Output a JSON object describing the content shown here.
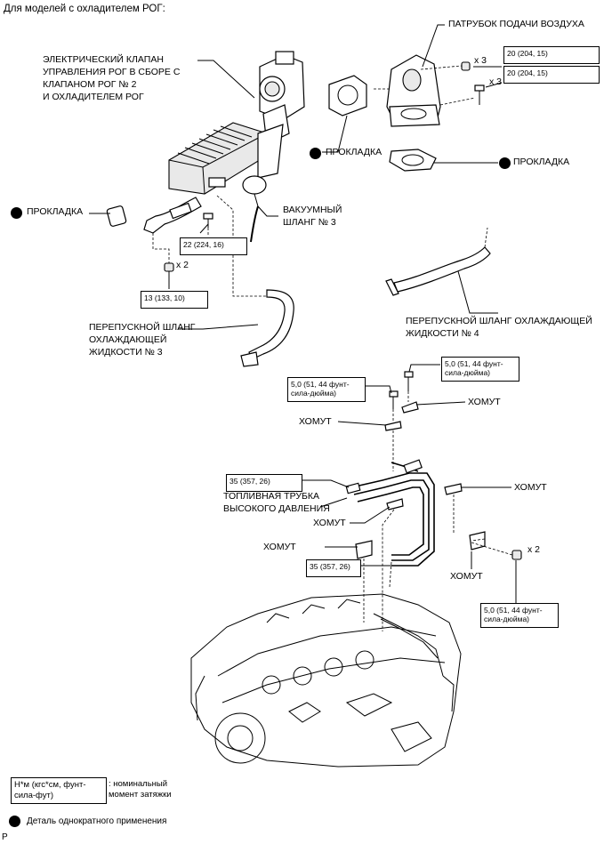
{
  "header": "Для моделей с охладителем РОГ:",
  "labels": {
    "egr_valve": [
      "ЭЛЕКТРИЧЕСКИЙ КЛАПАН",
      "УПРАВЛЕНИЯ РОГ В СБОРЕ С",
      "КЛАПАНОМ РОГ № 2",
      "И ОХЛАДИТЕЛЕМ РОГ"
    ],
    "air_inlet": "ПАТРУБОК ПОДАЧИ ВОЗДУХА",
    "gasket_center": "ПРОКЛАДКА",
    "gasket_right": "ПРОКЛАДКА",
    "gasket_left": "ПРОКЛАДКА",
    "vacuum_hose": [
      "ВАКУУМНЫЙ",
      "ШЛАНГ № 3"
    ],
    "bypass_hose_4": [
      "ПЕРЕПУСКНОЙ ШЛАНГ ОХЛАЖДАЮЩЕЙ",
      "ЖИДКОСТИ № 4"
    ],
    "bypass_hose_3": [
      "ПЕРЕПУСКНОЙ ШЛАНГ",
      "ОХЛАЖДАЮЩЕЙ",
      "ЖИДКОСТИ № 3"
    ],
    "clamp_1": "ХОМУТ",
    "clamp_2": "ХОМУТ",
    "clamp_3": "ХОМУТ",
    "clamp_4": "ХОМУТ",
    "clamp_5": "ХОМУТ",
    "clamp_6": "ХОМУТ",
    "fuel_pipe": [
      "ТОПЛИВНАЯ ТРУБКА",
      "ВЫСОКОГО ДАВЛЕНИЯ"
    ]
  },
  "torques": {
    "t20a": "20 (204, 15)",
    "t20b": "20 (204, 15)",
    "t22": "22 (224, 16)",
    "t13": "13 (133, 10)",
    "t50a": [
      "5,0 (51, 44 фунт-",
      "сила-дюйма)"
    ],
    "t50b": [
      "5,0 (51, 44 фунт-",
      "сила-дюйма)"
    ],
    "t50c": [
      "5,0 (51, 44 фунт-",
      "сила-дюйма)"
    ],
    "t35a": "35 (357, 26)",
    "t35b": "35 (357, 26)"
  },
  "qty": {
    "x3a": "x 3",
    "x3b": "x 3",
    "x2a": "x 2",
    "x2b": "x 2"
  },
  "legend": {
    "unit": [
      "Н*м (кгс*см, фунт-",
      "сила-фут)"
    ],
    "unit_desc": [
      ": номинальный",
      "момент затяжки"
    ],
    "non_reusable": "Деталь однократного применения"
  },
  "footer_code": "P"
}
